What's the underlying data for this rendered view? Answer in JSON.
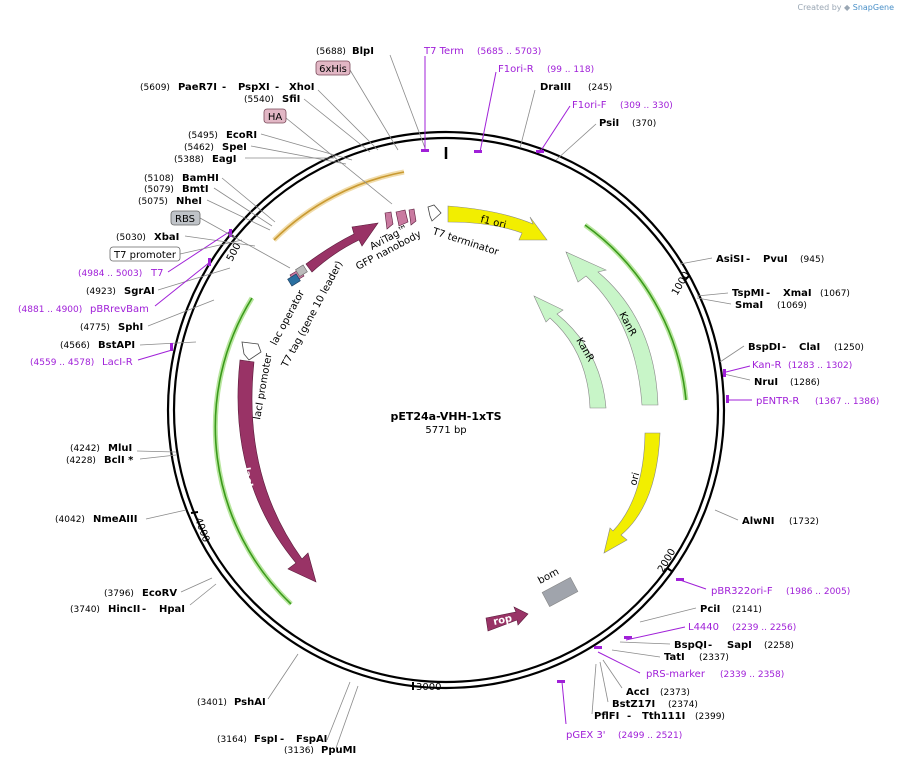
{
  "brand": {
    "created_by": "Created by",
    "app": "SnapGene"
  },
  "plasmid": {
    "name": "pET24a-VHH-1xTS",
    "size": "5771 bp"
  },
  "ticks": [
    "1000",
    "2000",
    "3000",
    "4000",
    "500"
  ],
  "sites_right": [
    {
      "name": "BlpI",
      "pos": "(5688)"
    },
    {
      "name": "DraIII",
      "pos": "(245)"
    },
    {
      "name": "PsiI",
      "pos": "(370)"
    },
    {
      "name": "AsiSI",
      "sep": " - ",
      "name2": "PvuI",
      "pos": "(945)"
    },
    {
      "name": "TspMI",
      "sep": " - ",
      "name2": "XmaI",
      "pos": "(1067)"
    },
    {
      "name": "SmaI",
      "pos": "(1069)"
    },
    {
      "name": "BspDI",
      "sep": " - ",
      "name2": "ClaI",
      "pos": "(1250)"
    },
    {
      "name": "NruI",
      "pos": "(1286)"
    },
    {
      "name": "AlwNI",
      "pos": "(1732)"
    },
    {
      "name": "PciI",
      "pos": "(2141)"
    },
    {
      "name": "BspQI",
      "sep": " - ",
      "name2": "SapI",
      "pos": "(2258)"
    },
    {
      "name": "TatI",
      "pos": "(2337)"
    },
    {
      "name": "AccI",
      "pos": "(2373)"
    },
    {
      "name": "BstZ17I",
      "pos": "(2374)"
    },
    {
      "name": "PflFI",
      "sep": " - ",
      "name2": "Tth111I",
      "pos": "(2399)"
    }
  ],
  "sites_left": [
    {
      "pos": "(5609)",
      "name": "PaeR7I",
      "sep": " - ",
      "name2": "PspXI",
      "sep2": " - ",
      "name3": "XhoI"
    },
    {
      "pos": "(5540)",
      "name": "SfiI"
    },
    {
      "pos": "(5495)",
      "name": "EcoRI"
    },
    {
      "pos": "(5462)",
      "name": "SpeI"
    },
    {
      "pos": "(5388)",
      "name": "EagI"
    },
    {
      "pos": "(5108)",
      "name": "BamHI"
    },
    {
      "pos": "(5079)",
      "name": "BmtI"
    },
    {
      "pos": "(5075)",
      "name": "NheI"
    },
    {
      "pos": "(5030)",
      "name": "XbaI"
    },
    {
      "pos": "(4923)",
      "name": "SgrAI"
    },
    {
      "pos": "(4775)",
      "name": "SphI"
    },
    {
      "pos": "(4566)",
      "name": "BstAPI"
    },
    {
      "pos": "(4242)",
      "name": "MluI"
    },
    {
      "pos": "(4228)",
      "name": "BclI *"
    },
    {
      "pos": "(4042)",
      "name": "NmeAIII"
    },
    {
      "pos": "(3796)",
      "name": "EcoRV"
    },
    {
      "pos": "(3740)",
      "name": "HincII",
      "sep": " - ",
      "name2": "HpaI"
    },
    {
      "pos": "(3401)",
      "name": "PshAI"
    },
    {
      "pos": "(3164)",
      "name": "FspI",
      "sep": " - ",
      "name2": "FspAI"
    },
    {
      "pos": "(3136)",
      "name": "PpuMI"
    }
  ],
  "primers": [
    {
      "name": "T7 Term",
      "pos": "(5685 .. 5703)"
    },
    {
      "name": "F1ori-R",
      "pos": "(99 .. 118)"
    },
    {
      "name": "F1ori-F",
      "pos": "(309 .. 330)"
    },
    {
      "name": "Kan-R",
      "pos": "(1283 .. 1302)"
    },
    {
      "name": "pENTR-R",
      "pos": "(1367 .. 1386)"
    },
    {
      "name": "pBR322ori-F",
      "pos": "(1986 .. 2005)"
    },
    {
      "name": "L4440",
      "pos": "(2239 .. 2256)"
    },
    {
      "name": "pRS-marker",
      "pos": "(2339 .. 2358)"
    },
    {
      "name": "pGEX 3'",
      "pos": "(2499 .. 2521)"
    },
    {
      "name": "T7",
      "pos": "(4984 .. 5003)"
    },
    {
      "name": "pBRrevBam",
      "pos": "(4881 .. 4900)"
    },
    {
      "name": "LacI-R",
      "pos": "(4559 .. 4578)"
    }
  ],
  "boxed_labels": [
    "6xHis",
    "HA",
    "RBS",
    "T7 promoter"
  ],
  "features": {
    "f1_ori": "f1 ori",
    "kanr": "KanR",
    "ori": "ori",
    "bom": "bom",
    "rop": "rop",
    "laci": "lacI",
    "avitag": "AviTag™",
    "t7_terminator": "T7 terminator",
    "gfp_nanobody": "GFP nanobody",
    "lac_operator": "lac operator",
    "t7_tag": "T7 tag (gene 10 leader)",
    "laci_promoter": "lacI promoter"
  },
  "colors": {
    "f1_ori": "#f2ee00",
    "ori": "#f2ee00",
    "kanr": "#c8f5c8",
    "laci": "#993366",
    "bom": "#a0a4ac",
    "primer": "#a020d8",
    "orf_green": "#3a9a1a",
    "orf_orange": "#c99a32"
  }
}
